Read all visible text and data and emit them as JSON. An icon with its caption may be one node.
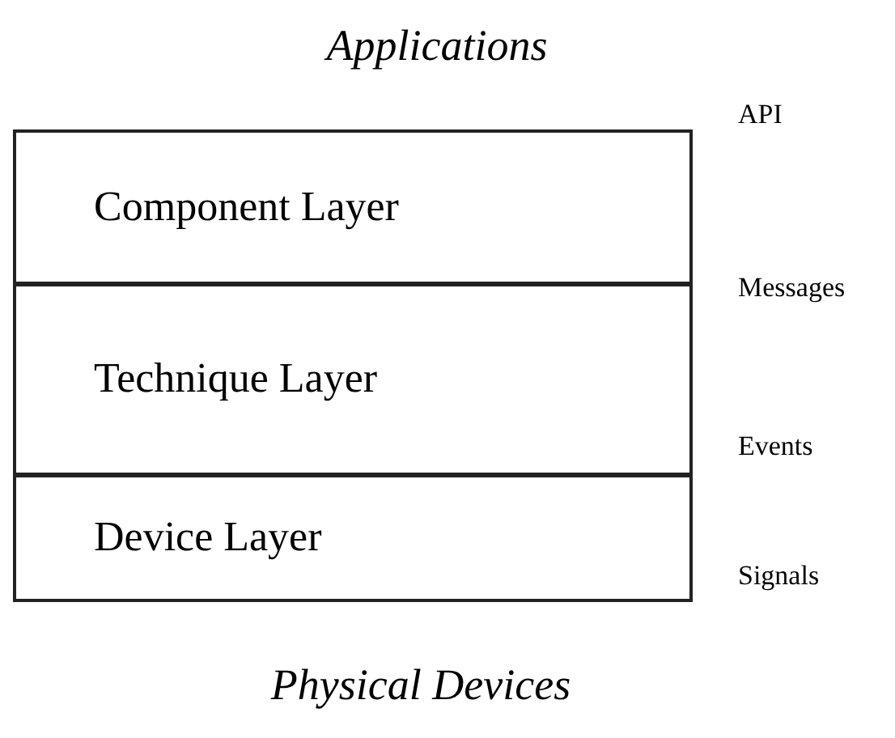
{
  "diagram": {
    "nodes": [
      {
        "text": [
          "Component Layer"
        ]
      },
      {
        "text": [
          "Technique Layer"
        ]
      },
      {
        "text": [
          "Device Layer"
        ]
      }
    ],
    "labels": [
      "Applications",
      "API",
      "Messages",
      "Events",
      "Signals",
      "Physical Devices"
    ]
  }
}
